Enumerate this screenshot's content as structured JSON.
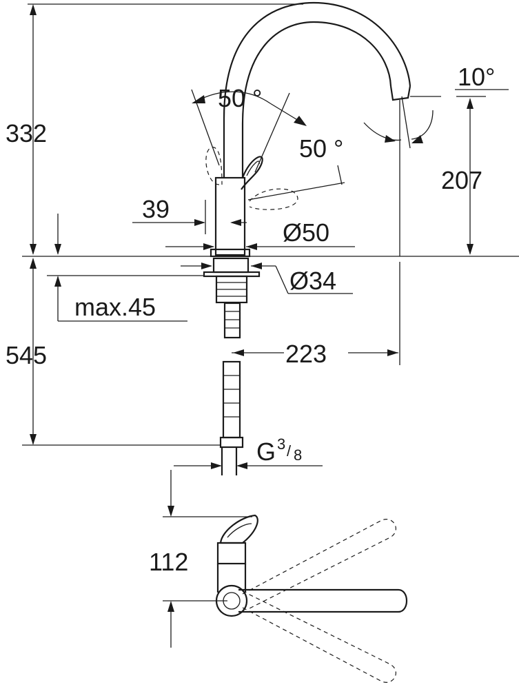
{
  "dimensions": {
    "height_above_deck": "332",
    "height_below_deck": "545",
    "spout_outlet_height": "207",
    "spout_reach": "223",
    "lever_offset": "39",
    "body_diameter": "Ø50",
    "hole_diameter": "Ø34",
    "max_deck_thickness": "max.45",
    "lever_angle_side": "50 °",
    "lever_angle_up": "50 °",
    "spout_tilt": "10°",
    "thread_prefix": "G",
    "thread_numerator": "3",
    "thread_denominator": "8",
    "thread_slash": "/",
    "top_view_depth": "112"
  },
  "colors": {
    "line": "#1a1a1a",
    "background": "#ffffff"
  }
}
